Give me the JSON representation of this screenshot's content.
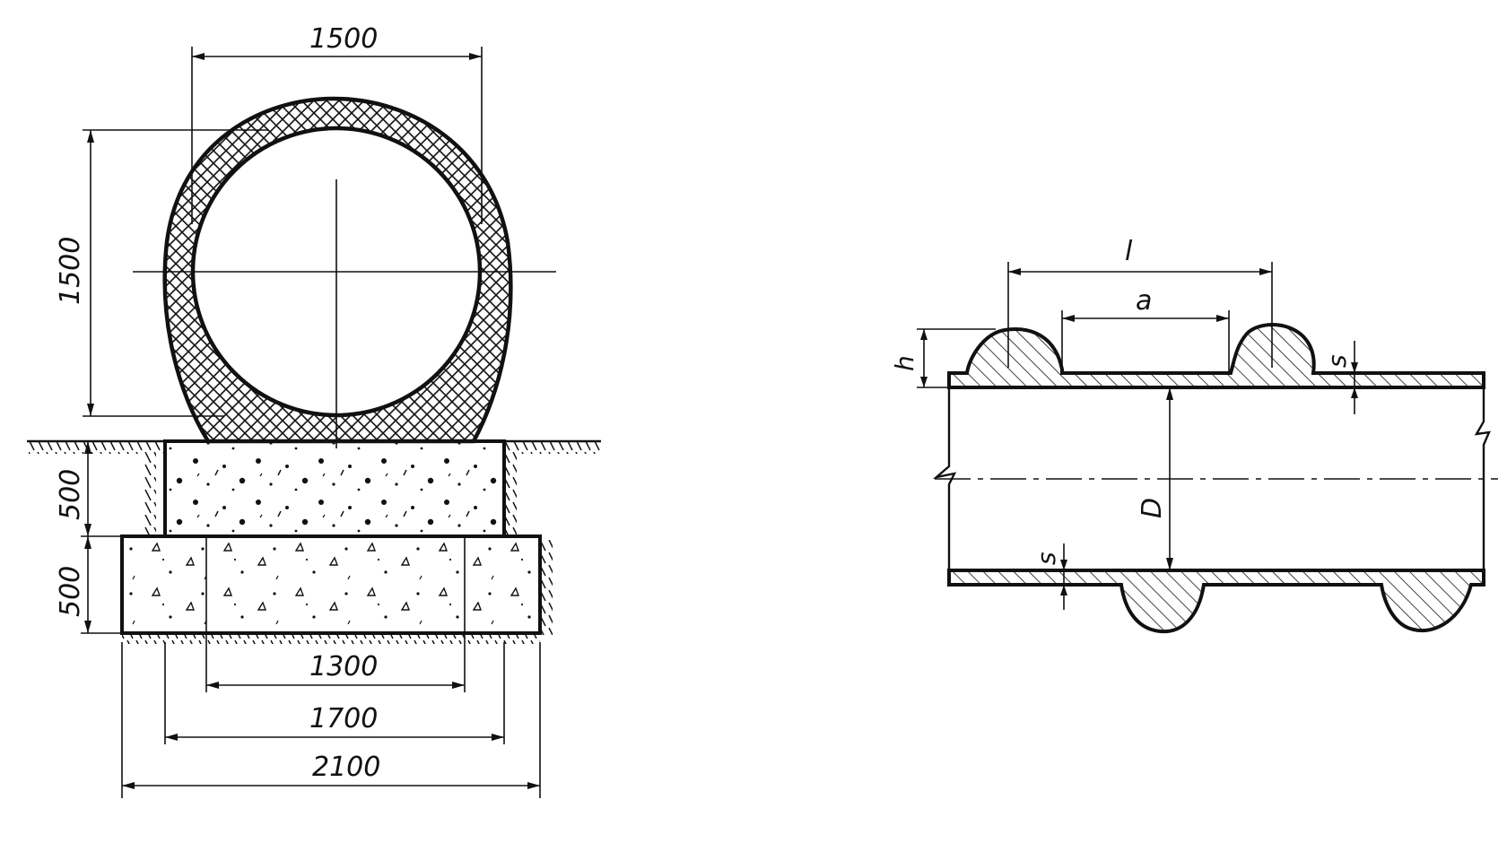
{
  "culvert_section": {
    "dim_ring_width": "1500",
    "dim_ring_height": "1500",
    "dim_foundation_upper_height": "500",
    "dim_foundation_lower_height": "500",
    "dim_inner_width": "1300",
    "dim_upper_width": "1700",
    "dim_lower_width": "2100"
  },
  "corrugated_pipe": {
    "dim_pitch": "l",
    "dim_flat": "a",
    "dim_height": "h",
    "dim_wall_top": "s",
    "dim_wall_bottom": "s",
    "dim_diameter": "D"
  }
}
